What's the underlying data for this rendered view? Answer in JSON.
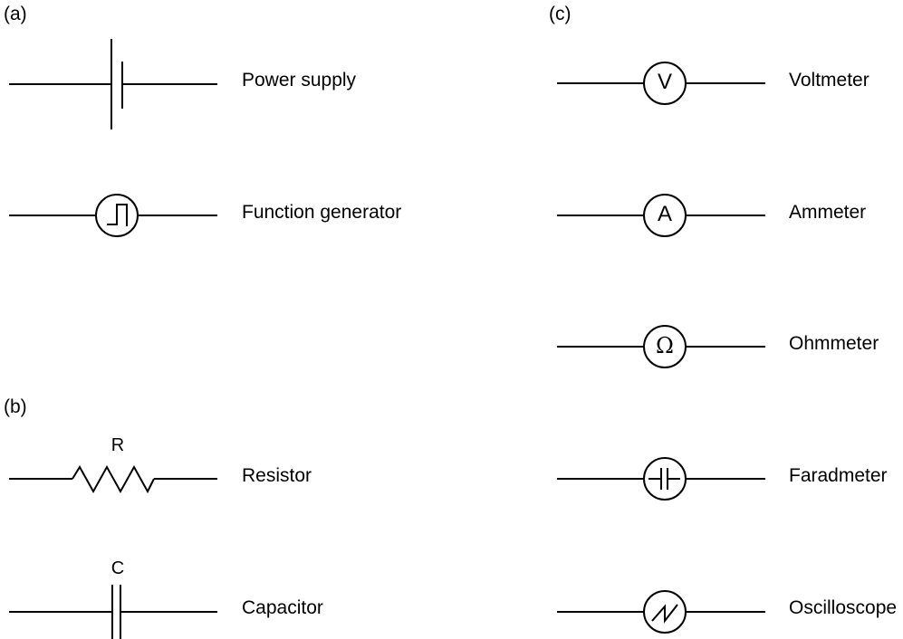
{
  "sections": {
    "a": "(a)",
    "b": "(b)",
    "c": "(c)"
  },
  "components": {
    "power_supply": "Power supply",
    "function_generator": "Function generator",
    "resistor": "Resistor",
    "resistor_symbol": "R",
    "capacitor": "Capacitor",
    "capacitor_symbol": "C",
    "voltmeter": "Voltmeter",
    "voltmeter_symbol": "V",
    "ammeter": "Ammeter",
    "ammeter_symbol": "A",
    "ohmmeter": "Ohmmeter",
    "ohmmeter_symbol": "Ω",
    "faradmeter": "Faradmeter",
    "oscilloscope": "Oscilloscope"
  }
}
